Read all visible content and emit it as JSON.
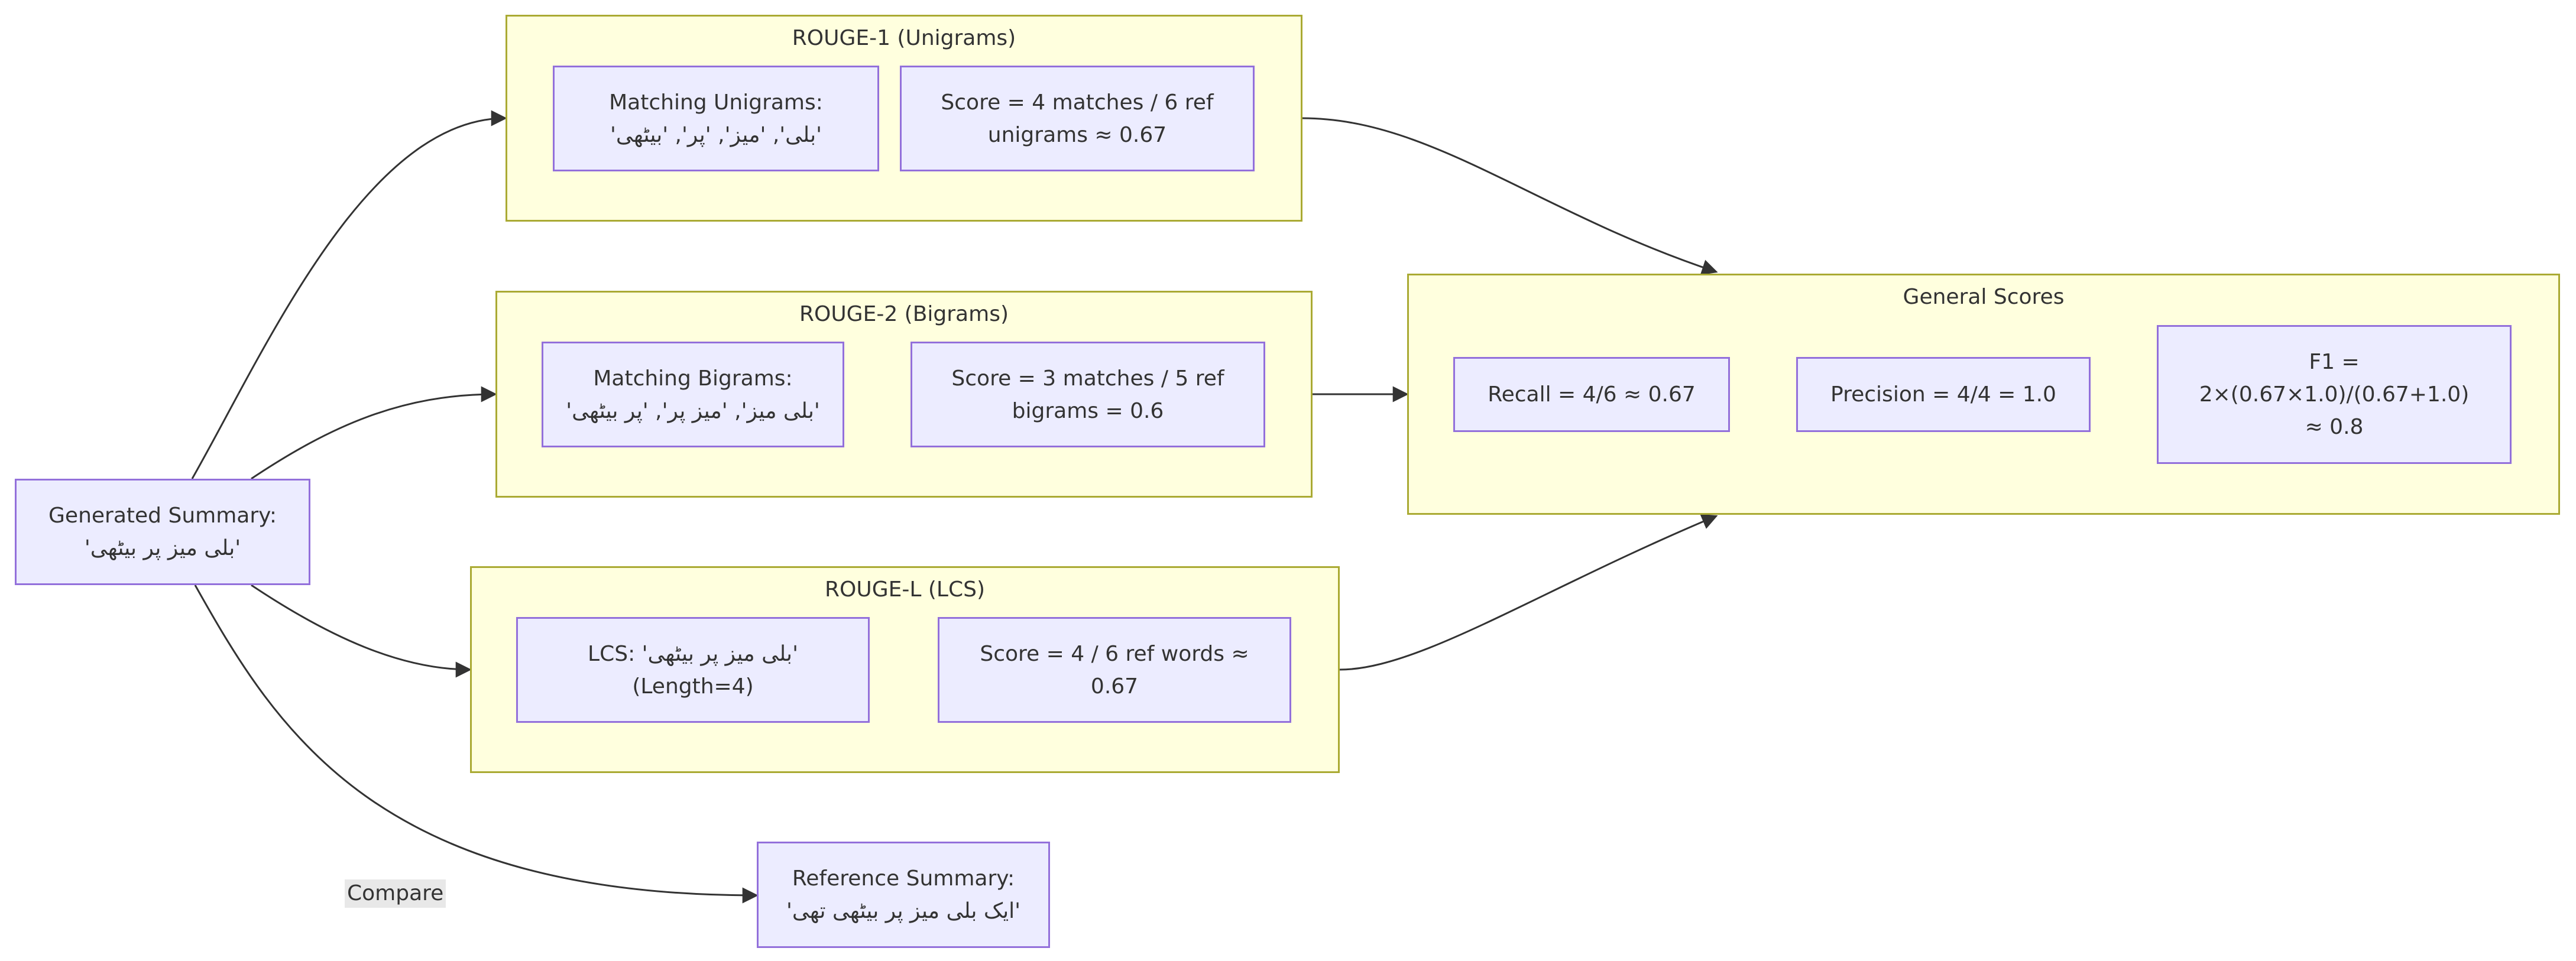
{
  "clusters": {
    "rouge1": {
      "title": "ROUGE-1 (Unigrams)"
    },
    "rouge2": {
      "title": "ROUGE-2 (Bigrams)"
    },
    "rougel": {
      "title": "ROUGE-L (LCS)"
    },
    "general": {
      "title": "General Scores"
    }
  },
  "nodes": {
    "generated": {
      "line1": "Generated Summary:",
      "line2": "'بلی میز پر بیٹھی'"
    },
    "reference": {
      "line1": "Reference Summary:",
      "line2": "'ایک بلی میز پر بیٹھی تھی'"
    },
    "r1_match": {
      "line1": "Matching Unigrams:",
      "line2": "'بلی', 'میز', 'پر', 'بیٹھی'"
    },
    "r1_score": {
      "line1": "Score = 4 matches / 6 ref",
      "line2": "unigrams ≈ 0.67"
    },
    "r2_match": {
      "line1": "Matching Bigrams:",
      "line2": "'بلی میز', 'میز پر', 'پر بیٹھی'"
    },
    "r2_score": {
      "line1": "Score = 3 matches / 5 ref",
      "line2": "bigrams = 0.6"
    },
    "rl_match": {
      "line1": "LCS: 'بلی میز پر بیٹھی'",
      "line2": "(Length=4)"
    },
    "rl_score": {
      "line1": "Score = 4 / 6 ref words ≈",
      "line2": "0.67"
    },
    "recall": {
      "line1": "Recall = 4/6 ≈ 0.67"
    },
    "precision": {
      "line1": "Precision = 4/4 = 1.0"
    },
    "f1": {
      "line1": "F1 =",
      "line2": "2×(0.67×1.0)/(0.67+1.0)",
      "line3": "≈ 0.8"
    }
  },
  "edge_labels": {
    "compare": "Compare"
  },
  "colors": {
    "node_fill": "#ececff",
    "node_border": "#9370db",
    "cluster_fill": "#ffffde",
    "cluster_border": "#aaaa33",
    "edge": "#333333",
    "label_bg": "#e8e8e8"
  }
}
